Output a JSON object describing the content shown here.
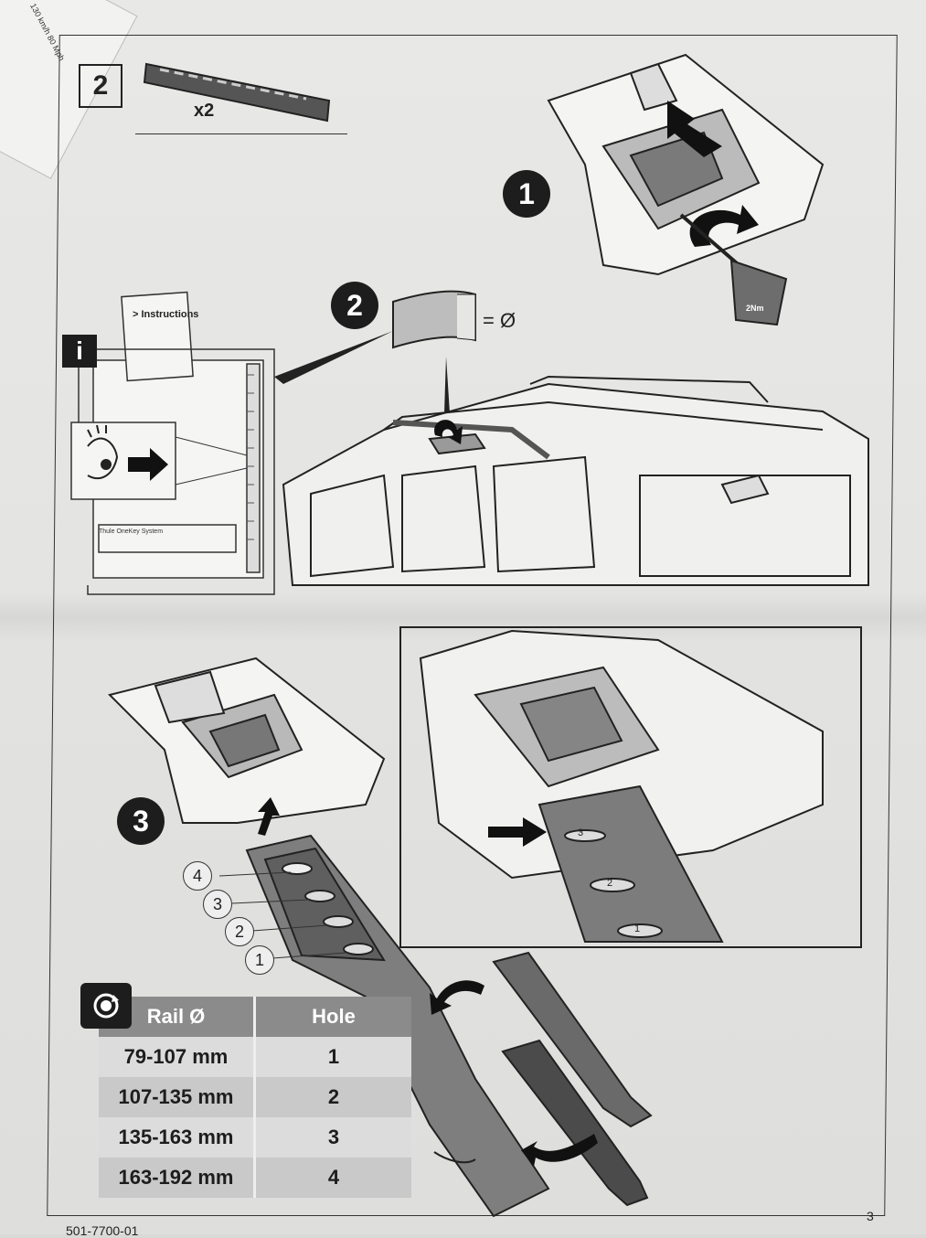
{
  "page": {
    "step_number": "2",
    "quantity": "x2",
    "page_number": "3",
    "document_code": "501-7700-01"
  },
  "corner": {
    "speed_text": "130 km/h 80 Mph"
  },
  "steps": {
    "one": "1",
    "two": "2",
    "three": "3",
    "diameter_symbol": "= Ø",
    "torque_label": "2Nm",
    "info": "i"
  },
  "manual": {
    "instructions": "> Instructions",
    "system": "Thule OneKey System"
  },
  "strap": {
    "holes": [
      "4",
      "3",
      "2",
      "1"
    ],
    "inset_holes": [
      "3",
      "2",
      "1"
    ]
  },
  "table": {
    "headers": {
      "rail": "Rail Ø",
      "hole": "Hole"
    },
    "rows": [
      {
        "rail": "79-107 mm",
        "hole": "1"
      },
      {
        "rail": "107-135 mm",
        "hole": "2"
      },
      {
        "rail": "135-163 mm",
        "hole": "3"
      },
      {
        "rail": "163-192 mm",
        "hole": "4"
      }
    ]
  },
  "icons": [
    "rotate-icon",
    "eye-icon",
    "arrow-right-icon",
    "arrow-down-icon"
  ]
}
